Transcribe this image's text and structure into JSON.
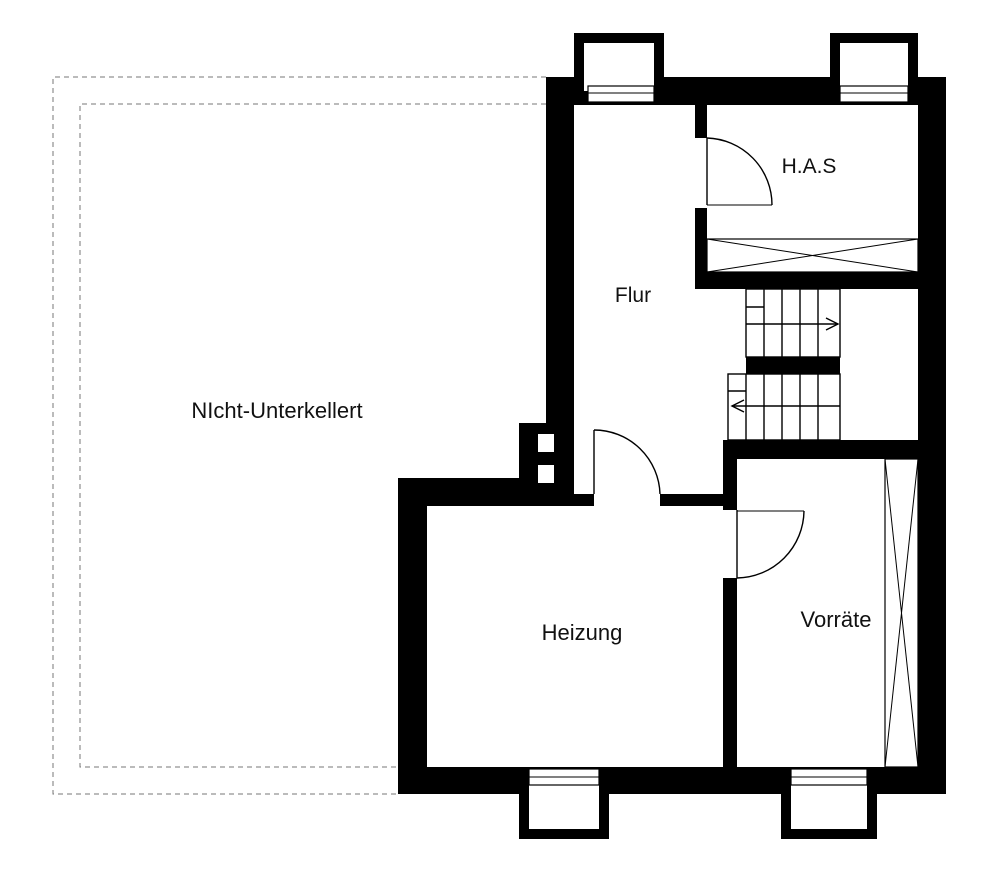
{
  "plan": {
    "rooms": {
      "unbasemented": "NIcht-Unterkellert",
      "has": "H.A.S",
      "hall": "Flur",
      "heating": "Heizung",
      "storage": "Vorräte"
    }
  }
}
